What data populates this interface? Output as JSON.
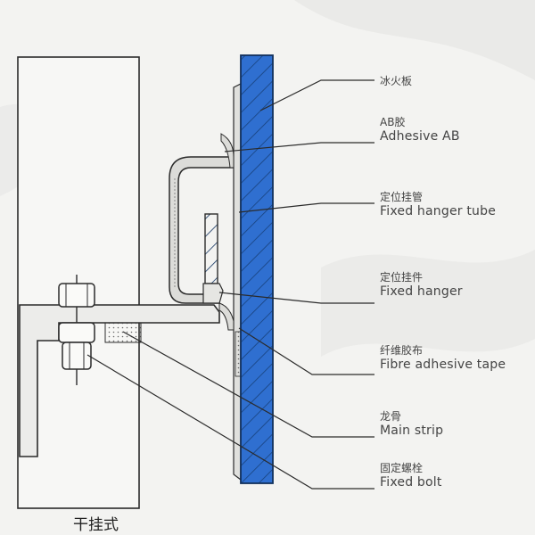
{
  "labels": [
    {
      "id": "ice-fire-board",
      "zh": "冰火板",
      "en": ""
    },
    {
      "id": "adhesive-ab",
      "zh": "AB胶",
      "en": "Adhesive AB"
    },
    {
      "id": "fixed-hanger-tube",
      "zh": "定位挂管",
      "en": "Fixed hanger tube"
    },
    {
      "id": "fixed-hanger",
      "zh": "定位挂件",
      "en": "Fixed hanger"
    },
    {
      "id": "fibre-adhesive-tape",
      "zh": "纤维胶布",
      "en": "Fibre adhesive tape"
    },
    {
      "id": "main-strip",
      "zh": "龙骨",
      "en": "Main strip"
    },
    {
      "id": "fixed-bolt",
      "zh": "固定螺栓",
      "en": "Fixed bolt"
    }
  ],
  "caption": "干挂式",
  "colors": {
    "panel_blue": "#2f6fd0",
    "panel_edge": "#12305c",
    "line": "#2b2b2b",
    "background": "#f3f3f1"
  }
}
